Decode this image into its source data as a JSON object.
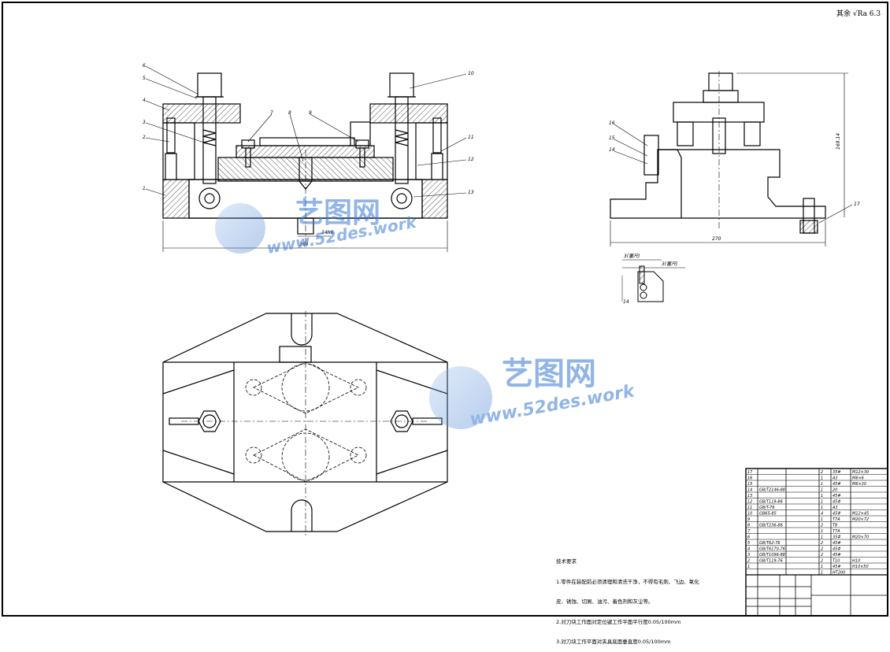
{
  "roughness_note": "其余 √Ra 6.3",
  "technical_requirements": {
    "title": "技术要求",
    "lines": [
      "1.零件在装配前必须清理和清洗干净，不得有毛刺、飞边、氧化",
      "皮、锈蚀、切屑、油污、着色剂和灰尘等。",
      "2.对刀块工作面对定位键工作平面平行度0.05/100mm",
      "3.对刀块工作平面对夹具底面垂直度0.05/100mm"
    ]
  },
  "watermark": {
    "cn": "艺图网",
    "url": "www.52des.work"
  },
  "front_view": {
    "balloons": [
      "6",
      "5",
      "4",
      "3",
      "2",
      "1",
      "7",
      "8",
      "9",
      "10",
      "11",
      "12",
      "13"
    ],
    "dims": [
      "364",
      "34h6"
    ]
  },
  "side_view": {
    "balloons": [
      "16",
      "15",
      "14",
      "17"
    ],
    "dims": [
      "270",
      "169.14"
    ]
  },
  "detail_view": {
    "labels": [
      "3(塞尺)",
      "3(塞尺)",
      "14"
    ]
  },
  "bom": {
    "rows": [
      {
        "no": "17",
        "code": "",
        "qty": "2",
        "mat": "35#",
        "note": "M12×30"
      },
      {
        "no": "16",
        "code": "",
        "qty": "1",
        "mat": "A3",
        "note": "M6×6"
      },
      {
        "no": "15",
        "code": "",
        "qty": "1",
        "mat": "45#",
        "note": "M6×30"
      },
      {
        "no": "14",
        "code": "GB/T2146-88",
        "qty": "1",
        "mat": "20",
        "note": ""
      },
      {
        "no": "13",
        "code": "",
        "qty": "1",
        "mat": "45#",
        "note": ""
      },
      {
        "no": "12",
        "code": "GB/T119-86",
        "qty": "1",
        "mat": "45#",
        "note": ""
      },
      {
        "no": "11",
        "code": "GB/T-76",
        "qty": "1",
        "mat": "A3",
        "note": ""
      },
      {
        "no": "10",
        "code": "GB65-85",
        "qty": "4",
        "mat": "45#",
        "note": "M12×45"
      },
      {
        "no": "9",
        "code": "",
        "qty": "1",
        "mat": "T7A",
        "note": "M20×72"
      },
      {
        "no": "8",
        "code": "GB/T236-86",
        "qty": "2",
        "mat": "T8",
        "note": ""
      },
      {
        "no": "7",
        "code": "",
        "qty": "1",
        "mat": "T7A",
        "note": ""
      },
      {
        "no": "6",
        "code": "",
        "qty": "1",
        "mat": "35#",
        "note": "M20×70"
      },
      {
        "no": "5",
        "code": "GB/T62-76",
        "qty": "2",
        "mat": "45#",
        "note": ""
      },
      {
        "no": "4",
        "code": "GB/T6170-76",
        "qty": "2",
        "mat": "45#",
        "note": ""
      },
      {
        "no": "3",
        "code": "GB/T1096-88",
        "qty": "2",
        "mat": "45#",
        "note": ""
      },
      {
        "no": "2",
        "code": "GB/T119-76",
        "qty": "2",
        "mat": "T10",
        "note": "H10"
      },
      {
        "no": "1",
        "code": "",
        "qty": "1",
        "mat": "45#",
        "note": "H10×50"
      },
      {
        "no": "",
        "code": "",
        "qty": "1",
        "mat": "HT200",
        "note": ""
      }
    ]
  }
}
